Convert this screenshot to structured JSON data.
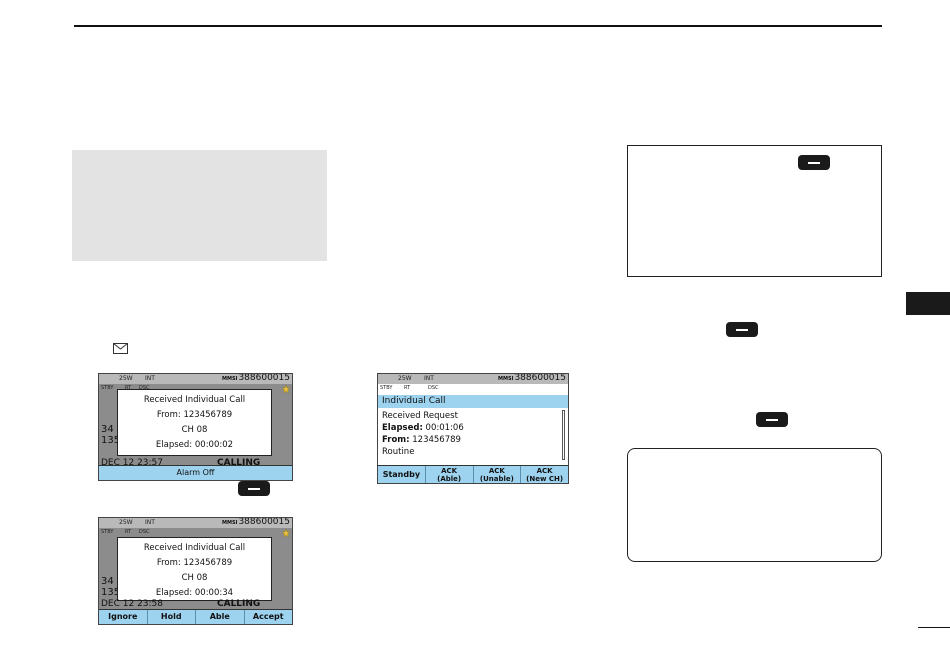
{
  "screen1": {
    "status": {
      "power": "25W",
      "mode": "INT",
      "mmsi_label": "MMSI",
      "mmsi": "388600015"
    },
    "tabs": [
      "STBY",
      "RT",
      "DSC"
    ],
    "popup": [
      "Received Individual Call",
      "From: 123456789",
      "CH 08",
      "Elapsed: 00:00:02"
    ],
    "big_digits": [
      "34",
      "135"
    ],
    "date": "DEC 12 23:57",
    "calling": "CALLING",
    "softkeys": [
      "Alarm Off"
    ]
  },
  "screen2": {
    "status": {
      "power": "25W",
      "mode": "INT",
      "mmsi_label": "MMSI",
      "mmsi": "388600015"
    },
    "tabs": [
      "STBY",
      "RT",
      "DSC"
    ],
    "popup": [
      "Received Individual Call",
      "From: 123456789",
      "CH 08",
      "Elapsed: 00:00:34"
    ],
    "big_digits": [
      "34",
      "135"
    ],
    "date": "DEC 12 23:58",
    "calling": "CALLING",
    "softkeys": [
      "Ignore",
      "Hold",
      "Able",
      "Accept"
    ]
  },
  "screen3": {
    "status": {
      "power": "25W",
      "mode": "INT",
      "mmsi_label": "MMSI",
      "mmsi": "388600015"
    },
    "tabs": [
      "STBY",
      "RT",
      "DSC"
    ],
    "header": "Individual Call",
    "lines": [
      {
        "label": "",
        "value": "Received Request"
      },
      {
        "label": "Elapsed:",
        "value": " 00:01:06"
      },
      {
        "label": "From:",
        "value": " 123456789"
      },
      {
        "label": "",
        "value": "Routine"
      }
    ],
    "softkeys": [
      {
        "top": "Standby",
        "bottom": ""
      },
      {
        "top": "ACK",
        "bottom": "(Able)"
      },
      {
        "top": "ACK",
        "bottom": "(Unable)"
      },
      {
        "top": "ACK",
        "bottom": "(New CH)"
      }
    ]
  },
  "icons": {
    "softkey": "softkey-icon",
    "envelope": "envelope-icon",
    "star": "star-icon"
  },
  "colors": {
    "highlight": "#9dd3ef",
    "screen_bg": "#8c8c8c",
    "gray_box": "#e3e3e3"
  }
}
